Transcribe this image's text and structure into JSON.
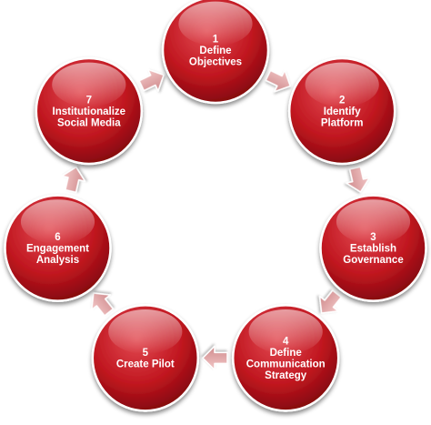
{
  "diagram": {
    "type": "cycle",
    "steps": [
      {
        "number": "1",
        "lines": [
          "Define",
          "Objectives"
        ]
      },
      {
        "number": "2",
        "lines": [
          "Identify",
          "Platform"
        ]
      },
      {
        "number": "3",
        "lines": [
          "Establish",
          "Governance"
        ]
      },
      {
        "number": "4",
        "lines": [
          "Define",
          "Communication",
          "Strategy"
        ]
      },
      {
        "number": "5",
        "lines": [
          "Create Pilot"
        ]
      },
      {
        "number": "6",
        "lines": [
          "Engagement",
          "Analysis"
        ]
      },
      {
        "number": "7",
        "lines": [
          "Institutionalize",
          "Social Media"
        ]
      }
    ],
    "colors": {
      "node_light": "#e24a52",
      "node_mid": "#c0161f",
      "node_dark": "#7e070d",
      "arrow_light": "#f3c8c8",
      "arrow_dark": "#cf8a8c",
      "text": "#ffffff"
    }
  }
}
